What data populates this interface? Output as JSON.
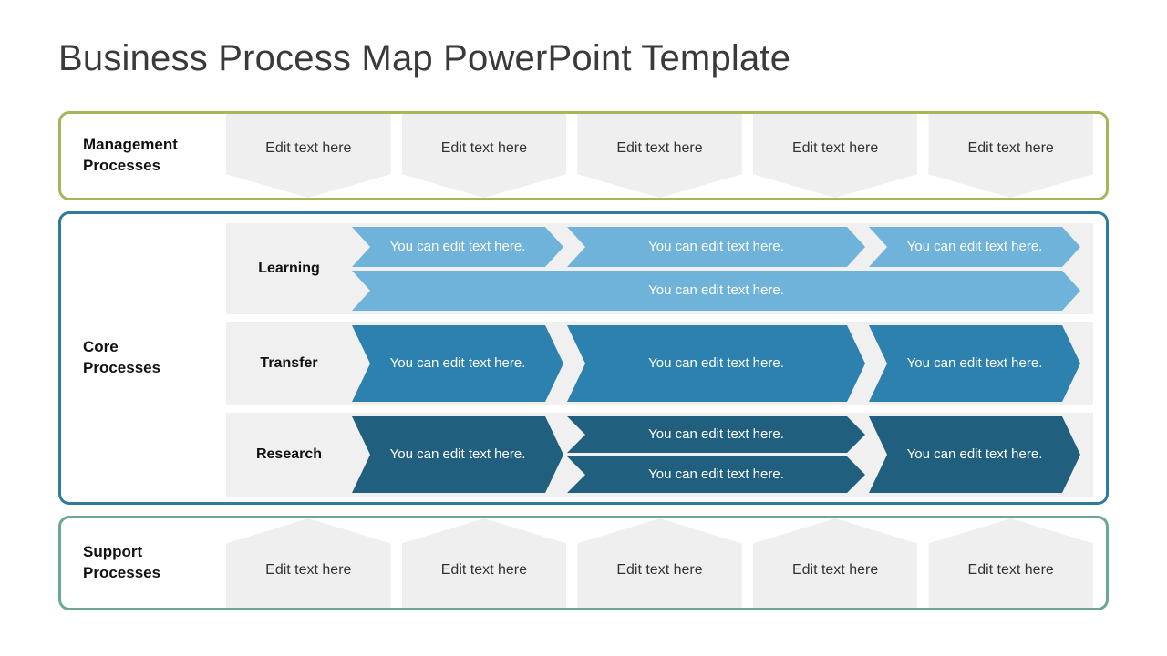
{
  "title": "Business Process Map PowerPoint Template",
  "colors": {
    "management_border": "#A4B75B",
    "core_border": "#2E7C99",
    "support_border": "#6AA894",
    "tone_light": "#6FB3DA",
    "tone_medium": "#2C81AE",
    "tone_dark": "#205F7E",
    "shape_gray": "#EFEFEF",
    "row_band_gray": "#F0F0F0"
  },
  "bands": {
    "management": {
      "label": "Management\nProcesses",
      "label_line1": "Management",
      "label_line2": "Processes",
      "shapes": [
        "Edit text here",
        "Edit text here",
        "Edit text here",
        "Edit text here",
        "Edit text here"
      ]
    },
    "core": {
      "label_line1": "Core",
      "label_line2": "Processes",
      "rows": [
        {
          "label": "Learning",
          "tone": "light",
          "lines": [
            {
              "cells": [
                {
                  "text": "You can edit text here.",
                  "span": "c1"
                },
                {
                  "text": "You can edit text here.",
                  "span": "c2"
                },
                {
                  "text": "You can edit text here.",
                  "span": "c3"
                }
              ]
            },
            {
              "cells": [
                {
                  "text": "You can edit text here.",
                  "span": "full"
                }
              ]
            }
          ]
        },
        {
          "label": "Transfer",
          "tone": "medium",
          "lines": [
            {
              "cells": [
                {
                  "text": "You can edit text here.",
                  "span": "c1"
                },
                {
                  "text": "You can edit text here.",
                  "span": "c2"
                },
                {
                  "text": "You can edit text here.",
                  "span": "c3"
                }
              ]
            }
          ]
        },
        {
          "label": "Research",
          "tone": "dark",
          "split_middle": true,
          "cell_first": "You can edit text here.",
          "cell_middle_top": "You can edit text here.",
          "cell_middle_bottom": "You can edit text here.",
          "cell_last": "You can edit text here."
        }
      ]
    },
    "support": {
      "label_line1": "Support",
      "label_line2": "Processes",
      "shapes": [
        "Edit text here",
        "Edit text here",
        "Edit text here",
        "Edit text here",
        "Edit text here"
      ]
    }
  }
}
